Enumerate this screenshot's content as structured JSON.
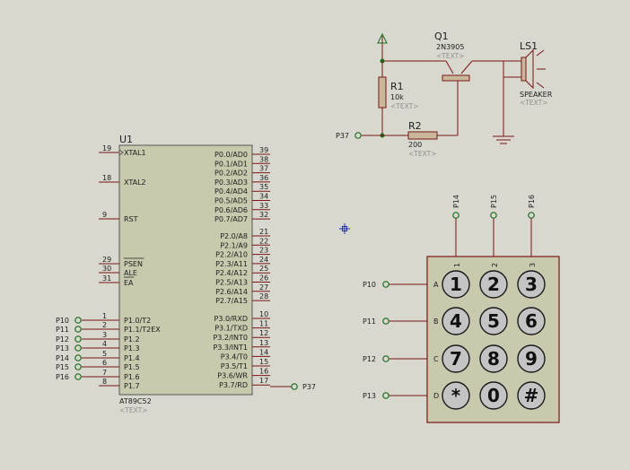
{
  "background": "#d8d8cf",
  "colors": {
    "wire": "#7a1616",
    "body": "#c9c9ae",
    "terminal": "#1e6b1e",
    "key": "#c4c4c4"
  },
  "u1": {
    "ref": "U1",
    "part": "AT89C52",
    "text": "<TEXT>",
    "left_pins": [
      {
        "num": "19",
        "name": "XTAL1"
      },
      {
        "num": "18",
        "name": "XTAL2"
      },
      {
        "num": "9",
        "name": "RST"
      },
      {
        "num": "29",
        "name": "PSEN"
      },
      {
        "num": "30",
        "name": "ALE"
      },
      {
        "num": "31",
        "name": "EA"
      },
      {
        "num": "1",
        "name": "P1.0/T2"
      },
      {
        "num": "2",
        "name": "P1.1/T2EX"
      },
      {
        "num": "3",
        "name": "P1.2"
      },
      {
        "num": "4",
        "name": "P1.3"
      },
      {
        "num": "5",
        "name": "P1.4"
      },
      {
        "num": "6",
        "name": "P1.5"
      },
      {
        "num": "7",
        "name": "P1.6"
      },
      {
        "num": "8",
        "name": "P1.7"
      }
    ],
    "right_pins": [
      {
        "num": "39",
        "name": "P0.0/AD0"
      },
      {
        "num": "38",
        "name": "P0.1/AD1"
      },
      {
        "num": "37",
        "name": "P0.2/AD2"
      },
      {
        "num": "36",
        "name": "P0.3/AD3"
      },
      {
        "num": "35",
        "name": "P0.4/AD4"
      },
      {
        "num": "34",
        "name": "P0.5/AD5"
      },
      {
        "num": "33",
        "name": "P0.6/AD6"
      },
      {
        "num": "32",
        "name": "P0.7/AD7"
      },
      {
        "num": "21",
        "name": "P2.0/A8"
      },
      {
        "num": "22",
        "name": "P2.1/A9"
      },
      {
        "num": "23",
        "name": "P2.2/A10"
      },
      {
        "num": "24",
        "name": "P2.3/A11"
      },
      {
        "num": "25",
        "name": "P2.4/A12"
      },
      {
        "num": "26",
        "name": "P2.5/A13"
      },
      {
        "num": "27",
        "name": "P2.6/A14"
      },
      {
        "num": "28",
        "name": "P2.7/A15"
      },
      {
        "num": "10",
        "name": "P3.0/RXD"
      },
      {
        "num": "11",
        "name": "P3.1/TXD"
      },
      {
        "num": "12",
        "name": "P3.2/INT0"
      },
      {
        "num": "13",
        "name": "P3.3/INT1"
      },
      {
        "num": "14",
        "name": "P3.4/T0"
      },
      {
        "num": "15",
        "name": "P3.5/T1"
      },
      {
        "num": "16",
        "name": "P3.6/WR"
      },
      {
        "num": "17",
        "name": "P3.7/RD"
      }
    ],
    "left_terminals": [
      "P10",
      "P11",
      "P12",
      "P13",
      "P14",
      "P15",
      "P16"
    ],
    "right_terminal": "P37"
  },
  "q1": {
    "ref": "Q1",
    "part": "2N3905",
    "text": "<TEXT>"
  },
  "ls1": {
    "ref": "LS1",
    "part": "SPEAKER",
    "text": "<TEXT>"
  },
  "r1": {
    "ref": "R1",
    "value": "10k",
    "text": "<TEXT>"
  },
  "r2": {
    "ref": "R2",
    "value": "200",
    "text": "<TEXT>"
  },
  "p37_terminal": "P37",
  "keypad": {
    "keys": [
      "1",
      "2",
      "3",
      "4",
      "5",
      "6",
      "7",
      "8",
      "9",
      "*",
      "0",
      "#"
    ],
    "col_numbers": [
      "1",
      "2",
      "3"
    ],
    "row_letters": [
      "A",
      "B",
      "C",
      "D"
    ],
    "top_terminals": [
      "P14",
      "P15",
      "P16"
    ],
    "left_terminals": [
      "P10",
      "P11",
      "P12",
      "P13"
    ]
  }
}
